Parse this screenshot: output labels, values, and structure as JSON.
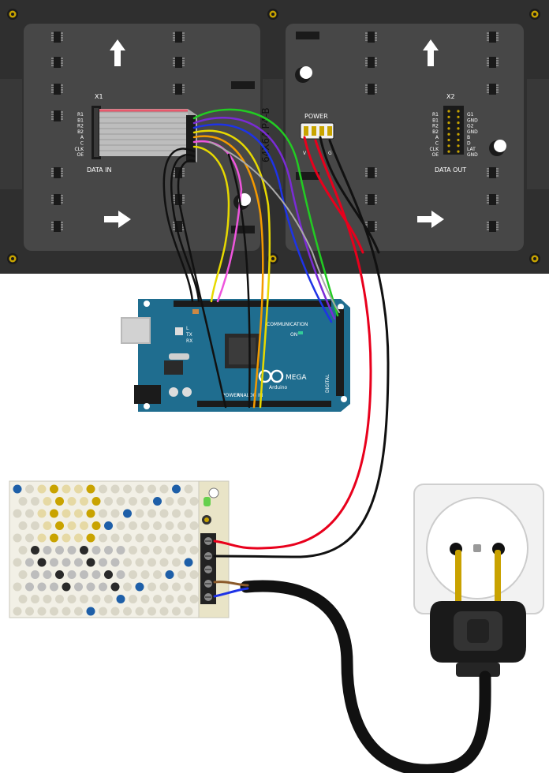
{
  "panel": {
    "model": "64X64 P4-B",
    "x1": {
      "title": "X1",
      "caption": "DATA IN",
      "pins": [
        "R1",
        "B1",
        "R2",
        "B2",
        "A",
        "C",
        "CLK",
        "OE"
      ]
    },
    "x2": {
      "title": "X2",
      "caption": "DATA OUT",
      "pins_left": [
        "R1",
        "B1",
        "R2",
        "B2",
        "A",
        "C",
        "CLK",
        "OE"
      ],
      "pins_right": [
        "G1",
        "GND",
        "G2",
        "GND",
        "B",
        "D",
        "LAT",
        "GND"
      ]
    },
    "power": {
      "title": "POWER",
      "pins": [
        "V",
        "G"
      ]
    }
  },
  "arduino": {
    "brand": "Arduino",
    "model": "MEGA",
    "labels": [
      "COMMUNICATION",
      "POWER",
      "ANALOG IN",
      "DIGITAL",
      "ON",
      "TX",
      "RX",
      "L"
    ]
  },
  "colors": {
    "panel": "#333333",
    "panel_inner": "#484848",
    "board": "#1f6d8f",
    "psu": "#f2f0e6",
    "wire_red": "#e8001c",
    "wire_black": "#111111",
    "wire_green": "#22cc22",
    "wire_blue": "#1e33e6",
    "wire_purple": "#7a2bd6",
    "wire_yellow": "#e7d900",
    "wire_orange": "#f39a00",
    "wire_pink": "#ee55dd",
    "wire_brown": "#8b5a2b",
    "wire_gray": "#aaaaaa"
  }
}
